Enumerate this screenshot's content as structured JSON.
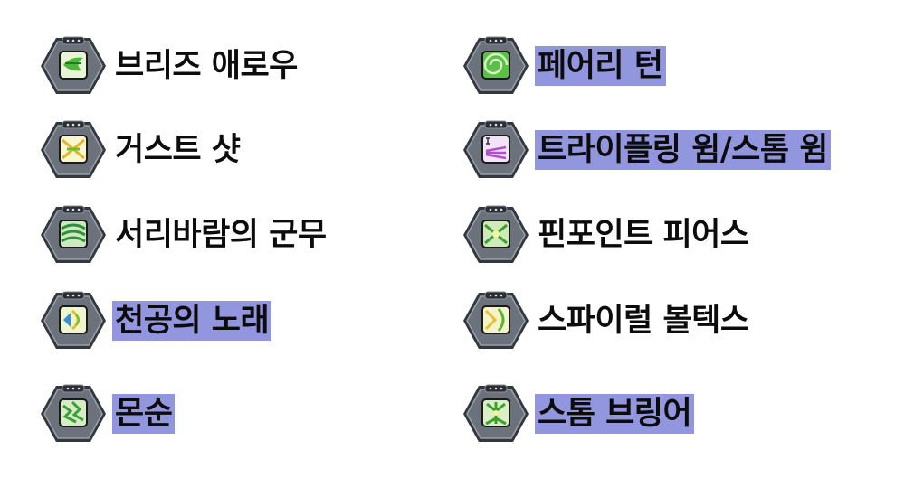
{
  "skills": {
    "left": [
      {
        "name": "브리즈 애로우",
        "highlighted": false,
        "icon": "green-wind-arrow-icon"
      },
      {
        "name": "거스트 샷",
        "highlighted": false,
        "icon": "yellow-gust-icon"
      },
      {
        "name": "서리바람의 군무",
        "highlighted": false,
        "icon": "green-frost-wind-icon"
      },
      {
        "name": "천공의 노래",
        "highlighted": true,
        "icon": "blue-sky-song-icon"
      },
      {
        "name": "몬순",
        "highlighted": true,
        "icon": "green-monsoon-icon"
      }
    ],
    "right": [
      {
        "name": "페어리 턴",
        "highlighted": true,
        "icon": "green-fairy-spiral-icon"
      },
      {
        "name": "트라이플링 윔/스톰 윔",
        "highlighted": true,
        "icon": "purple-trifling-whim-icon"
      },
      {
        "name": "핀포인트 피어스",
        "highlighted": false,
        "icon": "green-pinpoint-icon"
      },
      {
        "name": "스파이럴 볼텍스",
        "highlighted": false,
        "icon": "yellow-spiral-vortex-icon"
      },
      {
        "name": "스톰 브링어",
        "highlighted": true,
        "icon": "green-storm-bringer-icon"
      }
    ]
  },
  "colors": {
    "highlight": "#9296de",
    "badge_frame": "#3c4048",
    "badge_inner": "#6a7078"
  }
}
